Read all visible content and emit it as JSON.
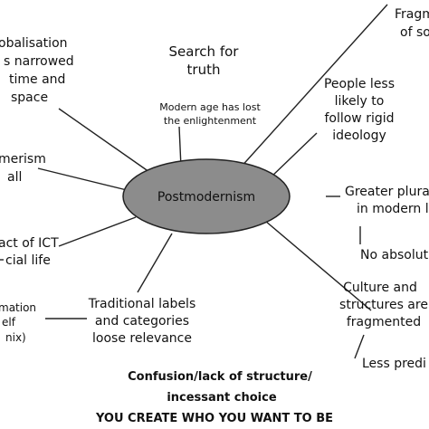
{
  "center": {
    "label": "Postmodernism",
    "fill": "#8c8c8c"
  },
  "nodes": {
    "search_truth": [
      "Search for",
      "truth"
    ],
    "modern_age": [
      "Modern age has lost",
      "the enlightenment"
    ],
    "globalisation": [
      "obalisation",
      "s narrowed",
      "time and",
      "space"
    ],
    "consumerism": [
      "merism",
      "all"
    ],
    "ict": [
      "act of ICT",
      "cial life"
    ],
    "information": [
      "mation",
      "elf",
      "nix)"
    ],
    "traditional_labels": [
      "Traditional labels",
      "and categories",
      "loose relevance"
    ],
    "fragmentation": [
      "Fragm",
      "of so"
    ],
    "ideology": [
      "People less",
      "likely to",
      "follow rigid",
      "ideology"
    ],
    "pluralism": [
      "Greater plural",
      "in modern l"
    ],
    "absolute": [
      "No absolut"
    ],
    "culture": [
      "Culture and",
      "structures are",
      "fragmented"
    ],
    "less_pred": [
      "Less predi"
    ]
  },
  "footer": {
    "line1": "Confusion/lack of structure/",
    "line2": "incessant choice",
    "line3": "YOU CREATE WHO YOU WANT TO BE"
  }
}
